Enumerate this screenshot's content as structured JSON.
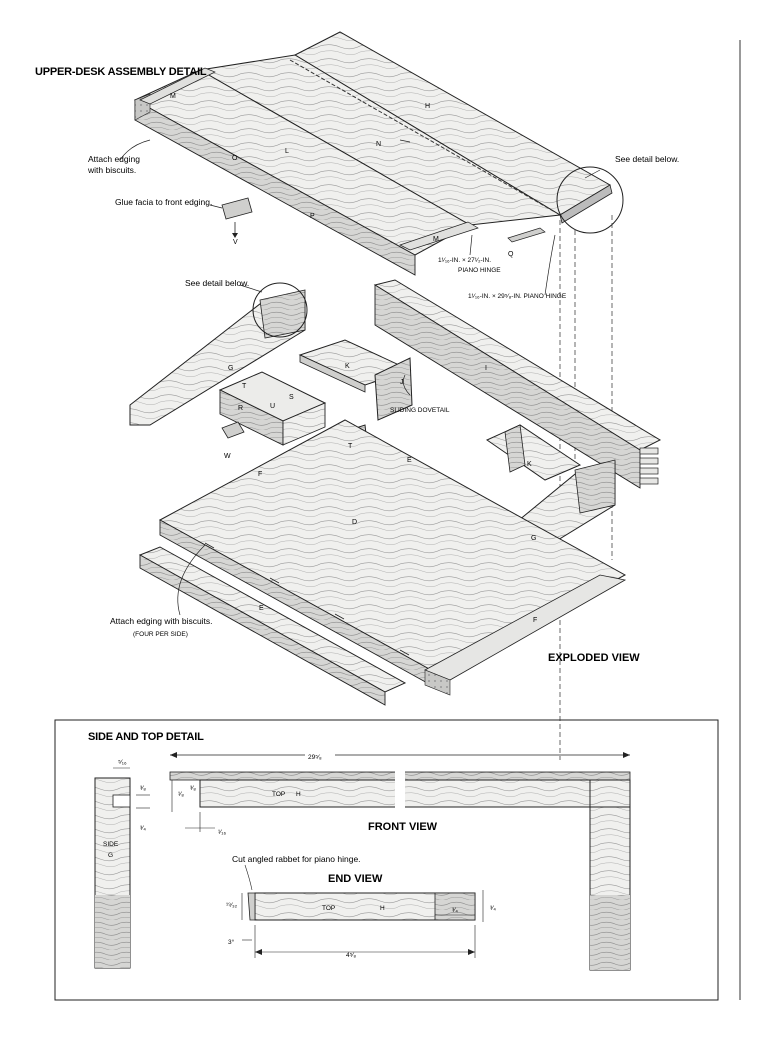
{
  "titles": {
    "upper_desk": "UPPER-DESK ASSEMBLY DETAIL",
    "exploded": "EXPLODED VIEW",
    "side_top": "SIDE AND TOP DETAIL",
    "front_view": "FRONT VIEW",
    "end_view": "END VIEW"
  },
  "notes": {
    "attach_edging_line1": "Attach edging",
    "attach_edging_line2": "with biscuits.",
    "glue_facia": "Glue facia to front edging.",
    "see_detail_right": "See detail below.",
    "see_detail_left": "See detail below.",
    "hinge1_line1": "1¹⁄₁₆-IN. × 27¹⁄₂-IN.",
    "hinge1_line2": "PIANO HINGE",
    "hinge2": "1¹⁄₁₆-IN. × 29⁵⁄₈-IN. PIANO HINGE",
    "sliding_dovetail": "SLIDING DOVETAIL",
    "attach_biscuits": "Attach edging with biscuits.",
    "four_per_side": "(FOUR PER SIDE)",
    "cut_rabbet": "Cut angled rabbet for piano hinge."
  },
  "parts": {
    "H": "H",
    "N": "N",
    "M": "M",
    "L": "L",
    "O": "O",
    "P": "P",
    "Q": "Q",
    "V": "V",
    "G": "G",
    "K": "K",
    "J": "J",
    "I": "I",
    "T": "T",
    "S": "S",
    "R": "R",
    "U": "U",
    "W": "W",
    "E": "E",
    "D": "D",
    "F": "F"
  },
  "dims": {
    "overall_width": "29⁵⁄₈",
    "d_5_16_top": "⁵⁄₁₆",
    "d_3_8_side": "³⁄₈",
    "d_3_4_side": "³⁄₄",
    "d_1_8": "¹⁄₈",
    "d_3_8_front": "³⁄₈",
    "d_1_16": "¹⁄₁₆",
    "d_19_32": "¹⁹⁄₃₂",
    "d_3_4_end": "³⁄₄",
    "d_3_4_end_right": "³⁄₄",
    "d_3deg": "3°",
    "d_4_5_8": "4⁵⁄₈",
    "top_label": "TOP",
    "side_label": "SIDE",
    "top_h": "H",
    "side_g": "G"
  }
}
